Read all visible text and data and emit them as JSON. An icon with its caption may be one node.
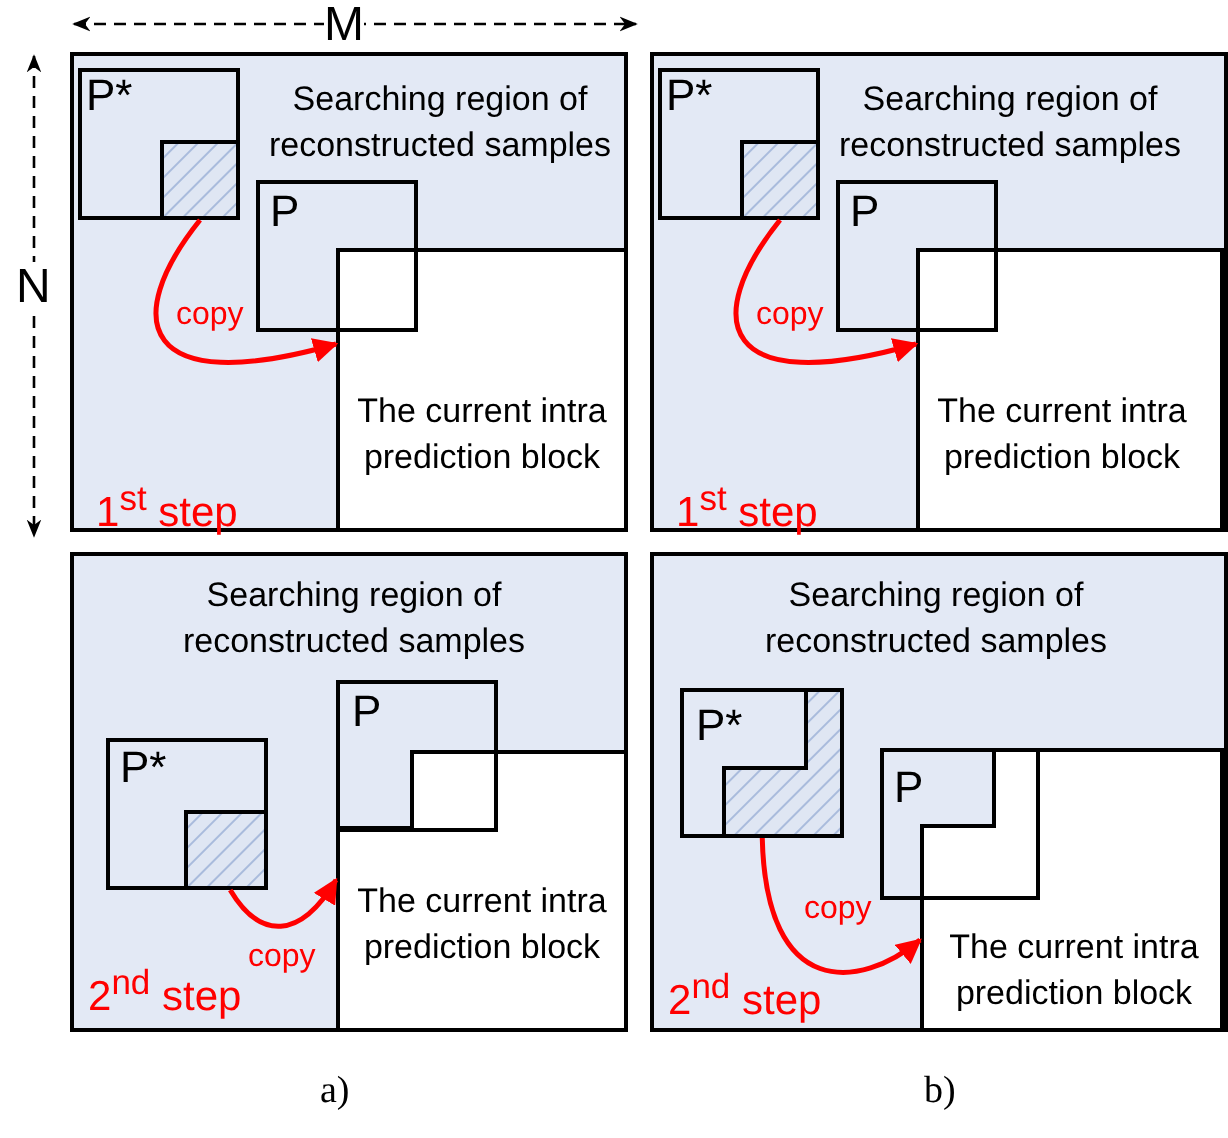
{
  "diagram": {
    "nodes": [
      {
        "text": [
          "Searching region of reconstructed samples",
          "1$^{st}$ step"
        ]
      },
      {
        "text": [
          "P*"
        ],
        "in": 0
      },
      {
        "text": [],
        "shape": "box",
        "in": 1
      },
      {
        "text": [
          "P"
        ],
        "in": 0
      },
      {
        "text": [
          "The current intra prediction block"
        ],
        "in": 0
      },
      {
        "text": [
          "Searching region of reconstructed samples",
          "1$^{st}$ step"
        ]
      },
      {
        "text": [
          "P*"
        ],
        "in": 5
      },
      {
        "text": [],
        "shape": "box",
        "in": 6
      },
      {
        "text": [
          "P"
        ],
        "in": 5
      },
      {
        "text": [
          "The current intra prediction block"
        ],
        "in": 5
      },
      {
        "text": [
          "Searching region of reconstructed samples",
          "2$^{nd}$ step"
        ]
      },
      {
        "text": [
          "P*"
        ],
        "in": 10
      },
      {
        "text": [],
        "shape": "box",
        "in": 11
      },
      {
        "text": [
          "P"
        ],
        "in": 10
      },
      {
        "text": [
          "The current intra prediction block"
        ],
        "in": 10
      },
      {
        "text": [
          "Searching region of reconstructed samples",
          "2$^{nd}$ step"
        ]
      },
      {
        "text": [
          "P*"
        ],
        "in": 15
      },
      {
        "text": [],
        "shape": "box",
        "in": 16
      },
      {
        "text": [
          "P"
        ],
        "in": 15
      },
      {
        "text": [
          "The current intra prediction block"
        ],
        "in": 15
      }
    ],
    "edges": [
      {
        "from": 2,
        "to": 4,
        "arrow": "to",
        "label": "copy"
      },
      {
        "from": 7,
        "to": 9,
        "arrow": "to",
        "label": "copy"
      },
      {
        "from": 12,
        "to": 14,
        "arrow": "to",
        "label": "copy"
      },
      {
        "from": 17,
        "to": 19,
        "arrow": "to",
        "label": "copy"
      }
    ],
    "labels": [
      "M",
      "N",
      "a)",
      "b)"
    ]
  }
}
